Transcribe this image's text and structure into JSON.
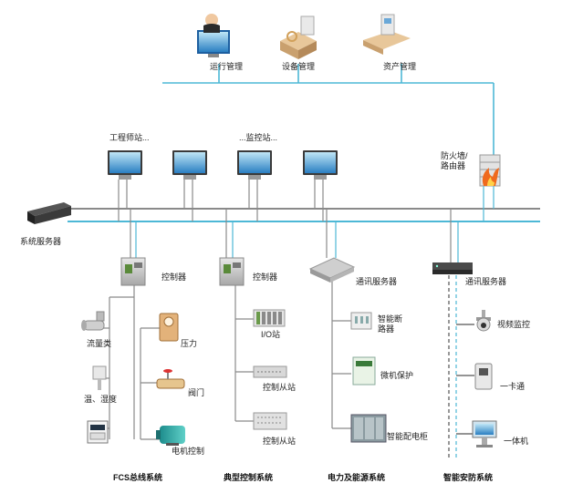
{
  "management": {
    "ops": "运行管理",
    "equipment": "设备管理",
    "assets": "资产管理"
  },
  "stations": {
    "engineer": "工程师站...",
    "monitor": "...监控站..."
  },
  "firewall_router": "防火墙/路由器",
  "system_server": "系统服务器",
  "fcs": {
    "title": "FCS总线系统",
    "controller": "控制器",
    "flowmeter": "流量类",
    "pressure": "压力",
    "temp_humidity": "温、湿度",
    "valve": "阀门",
    "motor": "电机控制"
  },
  "typical": {
    "title": "典型控制系统",
    "controller": "控制器",
    "io_station": "I/O站",
    "slave1": "控制从站",
    "slave2": "控制从站"
  },
  "power": {
    "title": "电力及能源系统",
    "comm_server": "通讯服务器",
    "breaker": "智能断路器",
    "relay": "微机保护",
    "cabinet": "智能配电柜"
  },
  "security": {
    "title": "智能安防系统",
    "comm_server": "通讯服务器",
    "video": "视频监控",
    "card": "一卡通",
    "kiosk": "一体机"
  },
  "colors": {
    "cyan_bus": "#4db8d6",
    "gray_bus": "#8a8a8a",
    "line": "#7a7a7a"
  }
}
